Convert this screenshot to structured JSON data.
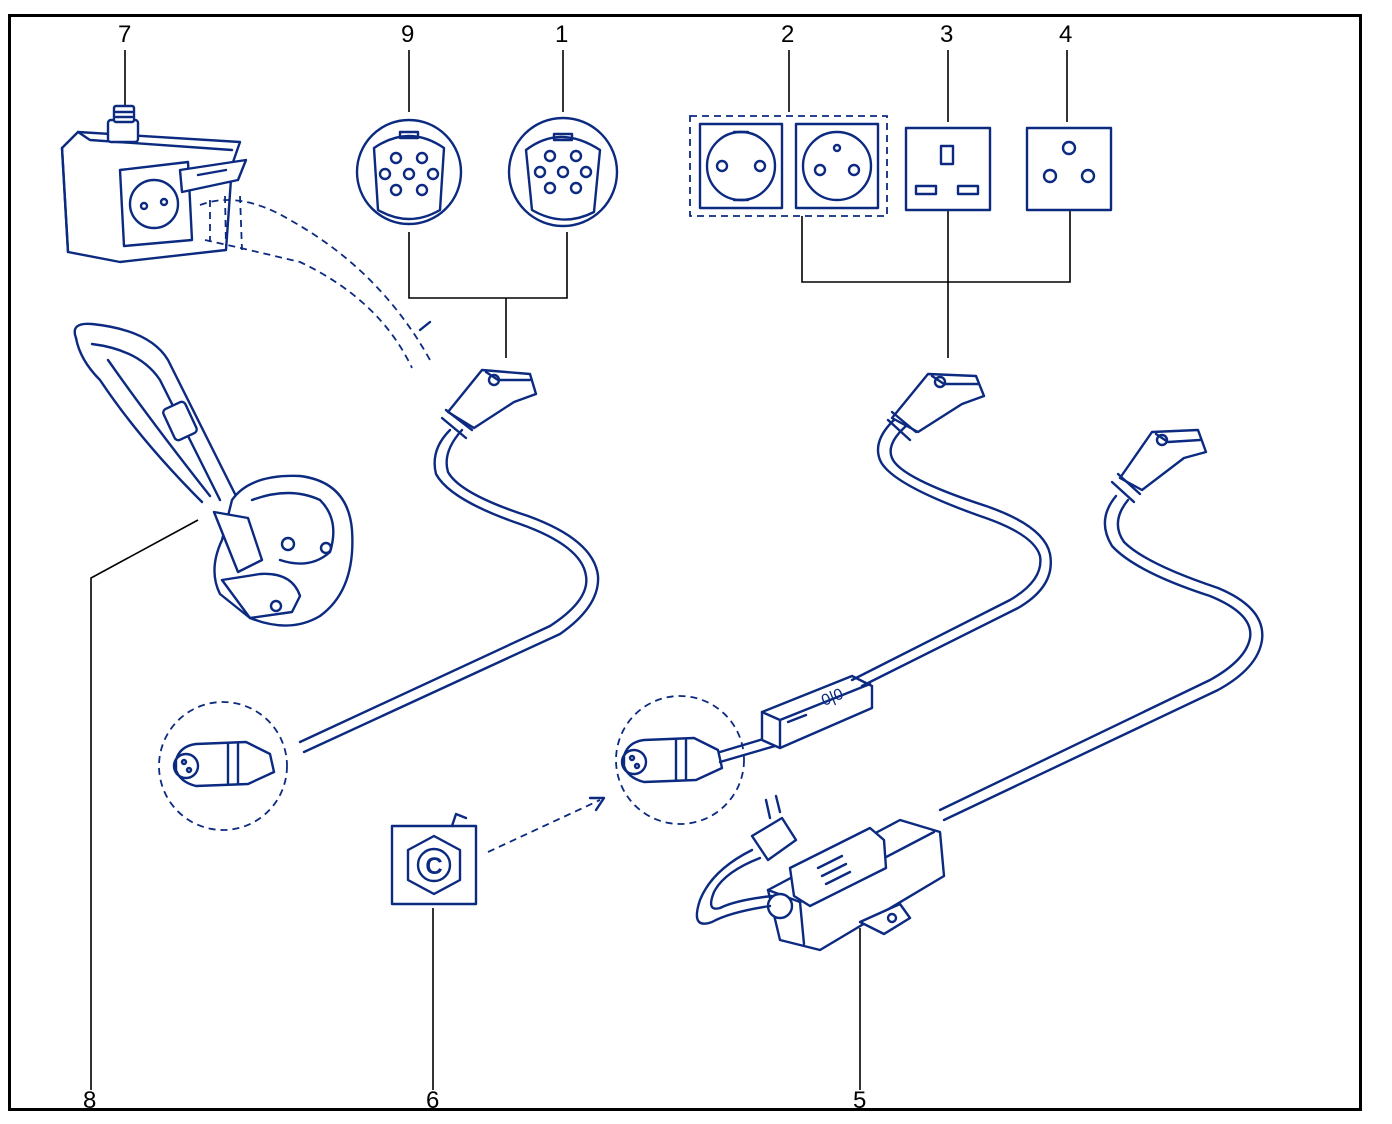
{
  "colors": {
    "line_art": "#0b2a80",
    "leader": "#000000",
    "background": "#ffffff"
  },
  "callouts": {
    "c7": "7",
    "c9": "9",
    "c1": "1",
    "c2": "2",
    "c3": "3",
    "c4": "4",
    "c8": "8",
    "c6": "6",
    "c5": "5"
  },
  "symbol_letter": "C",
  "control_box_marking": "0|0"
}
